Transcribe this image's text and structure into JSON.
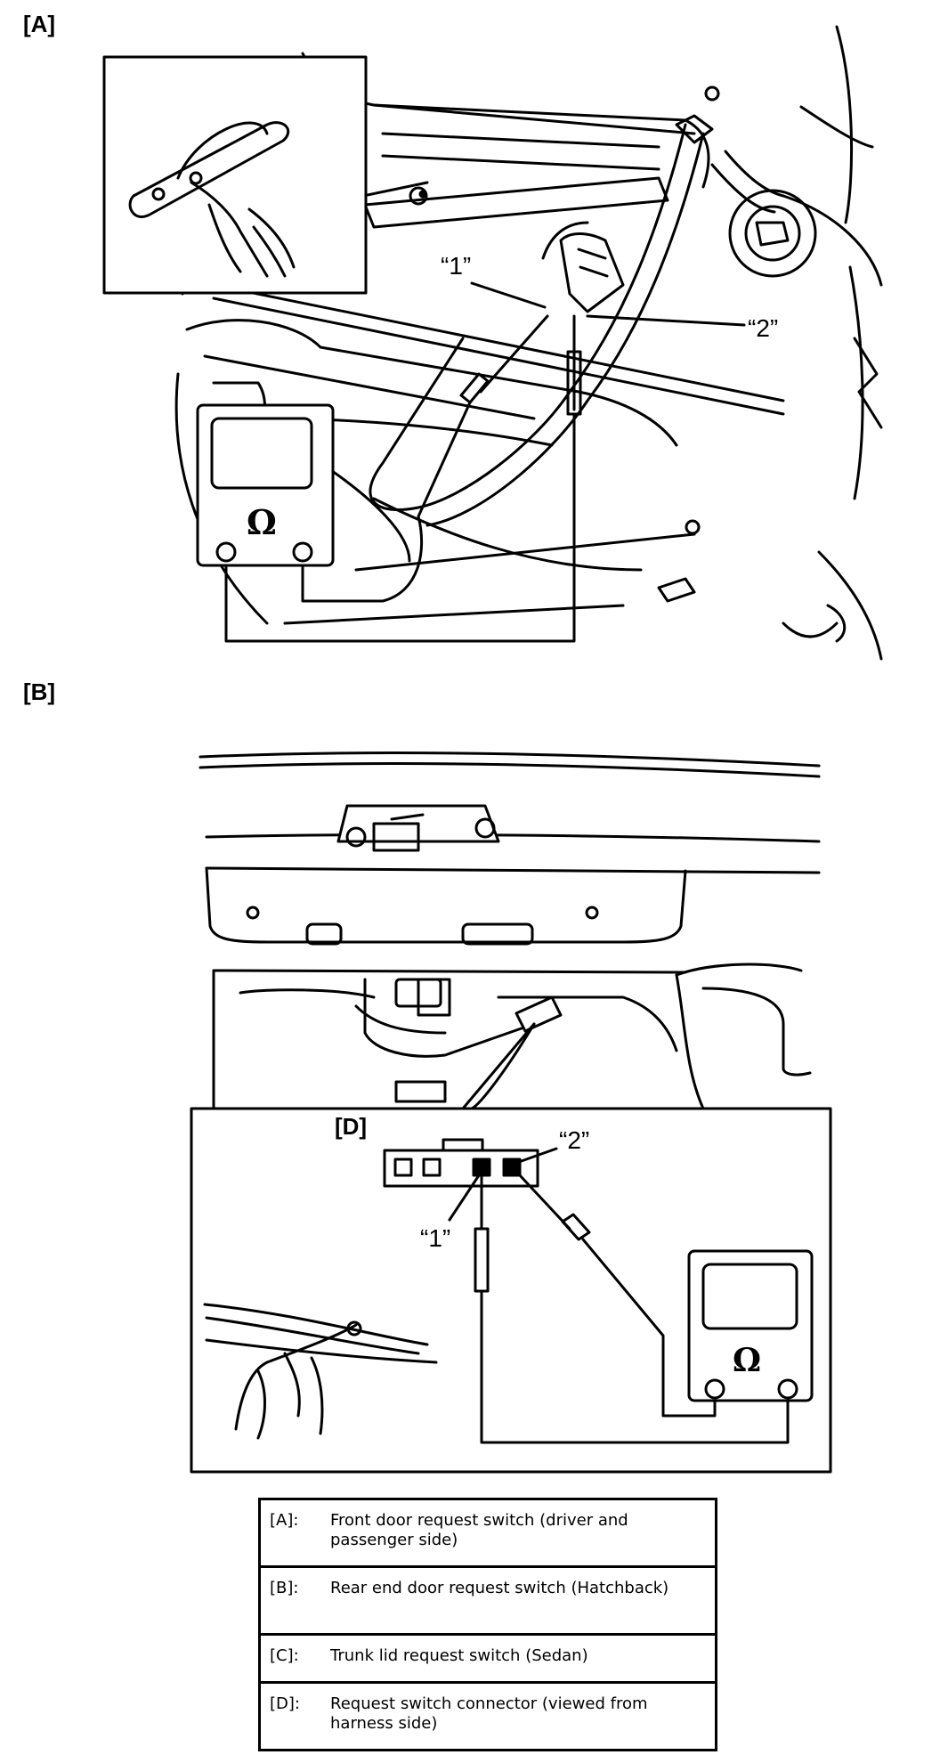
{
  "sections": {
    "a_label": "[A]",
    "b_label": "[B]",
    "d_label": "[D]"
  },
  "callouts": {
    "a_pin1": "“1”",
    "a_pin2": "“2”",
    "d_pin1": "“1”",
    "d_pin2": "“2”",
    "ohm_symbol": "Ω"
  },
  "legend": [
    {
      "code": "[A]:",
      "desc": "Front door request switch (driver and passenger side)"
    },
    {
      "code": "[B]:",
      "desc": "Rear end door request switch (Hatchback)"
    },
    {
      "code": "[C]:",
      "desc": "Trunk lid request switch (Sedan)"
    },
    {
      "code": "[D]:",
      "desc": "Request switch connector (viewed from harness side)"
    }
  ]
}
